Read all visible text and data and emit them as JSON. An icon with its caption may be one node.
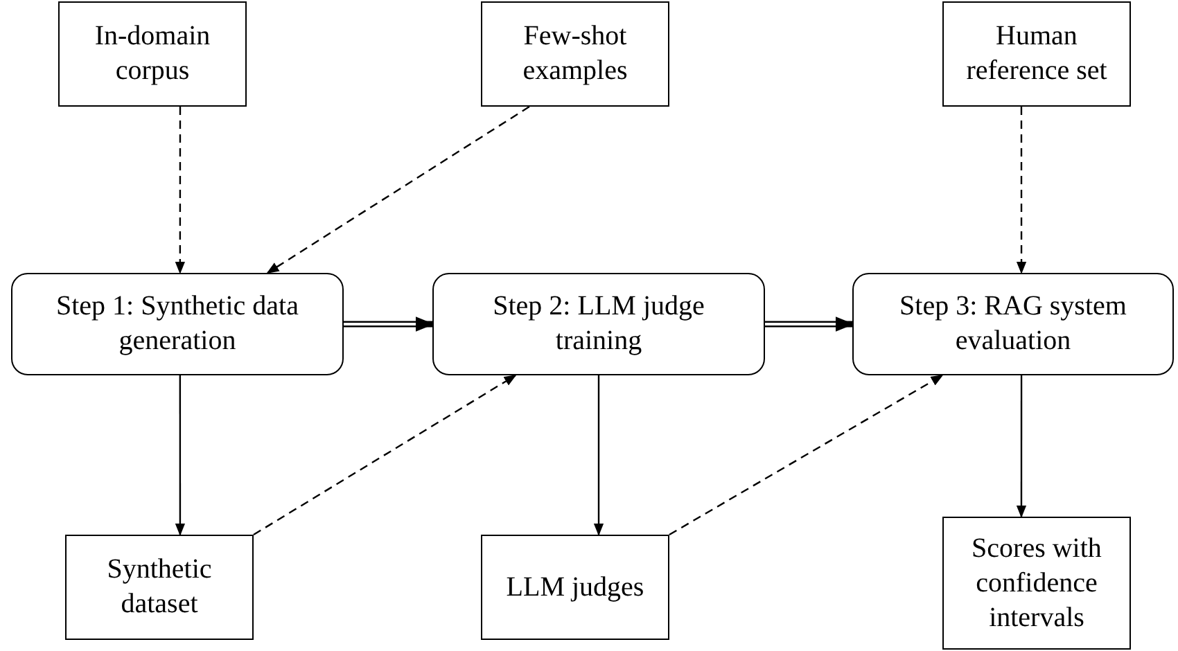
{
  "diagram": {
    "nodes": [
      {
        "text": [
          "In-domain corpus"
        ]
      },
      {
        "text": [
          "Few-shot examples"
        ]
      },
      {
        "text": [
          "Human reference set"
        ]
      },
      {
        "text": [
          "Step 1: Synthetic data generation"
        ]
      },
      {
        "text": [
          "Step 2: LLM judge training"
        ]
      },
      {
        "text": [
          "Step 3: RAG system evaluation"
        ]
      },
      {
        "text": [
          "Synthetic dataset"
        ]
      },
      {
        "text": [
          "LLM judges"
        ]
      },
      {
        "text": [
          "Scores with confidence intervals"
        ]
      }
    ],
    "edges": [
      {
        "from": 0,
        "to": 3,
        "arrow": "to",
        "style": "dashed"
      },
      {
        "from": 1,
        "to": 3,
        "arrow": "to",
        "style": "dashed"
      },
      {
        "from": 2,
        "to": 5,
        "arrow": "to",
        "style": "dashed"
      },
      {
        "from": 3,
        "to": 4,
        "arrow": "to",
        "style": "thick"
      },
      {
        "from": 4,
        "to": 5,
        "arrow": "to",
        "style": "thick"
      },
      {
        "from": 3,
        "to": 6,
        "arrow": "to"
      },
      {
        "from": 6,
        "to": 4,
        "arrow": "to",
        "style": "dashed"
      },
      {
        "from": 4,
        "to": 7,
        "arrow": "to"
      },
      {
        "from": 7,
        "to": 5,
        "arrow": "to",
        "style": "dashed"
      },
      {
        "from": 5,
        "to": 8,
        "arrow": "to"
      }
    ]
  }
}
